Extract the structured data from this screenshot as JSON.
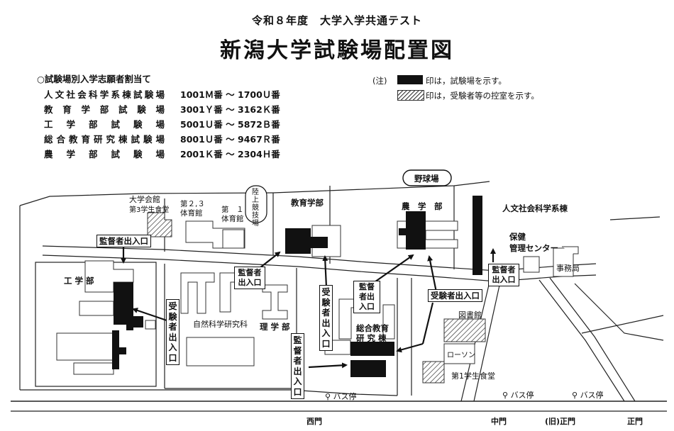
{
  "header": {
    "subtitle": "令和８年度　大学入学共通テスト",
    "title": "新潟大学試験場配置図"
  },
  "allocation": {
    "heading": "○試験場別入学志願者割当て",
    "rows": [
      {
        "site": "人文社会科学系棟試験場",
        "range": "1001Ｍ番 ～ 1700Ｕ番"
      },
      {
        "site": "教育学部試験場",
        "range": "3001Ｙ番 ～ 3162Ｋ番"
      },
      {
        "site": "工学部試験場",
        "range": "5001Ｕ番 ～ 5872Ｂ番"
      },
      {
        "site": "総合教育研究棟試験場",
        "range": "8001Ｕ番 ～ 9467Ｒ番"
      },
      {
        "site": "農学部試験場",
        "range": "2001Ｋ番 ～ 2304Ｈ番"
      }
    ]
  },
  "legend": {
    "note_mark": "(注)",
    "exam_site": "印は，試験場を示す。",
    "waiting_room": "印は，受験者等の控室を示す。"
  },
  "map": {
    "buildings": {
      "baseball": "野球場",
      "hall": "大学会館",
      "cafeteria3": "第3学生食堂",
      "gym23": "第２,３\n体育館",
      "gym1": "第　１\n体育館",
      "track": "陸上競技場",
      "education": "教育学部",
      "agriculture": "農　学　部",
      "humanities": "人文社会科学系棟",
      "health1": "保健",
      "health2": "管理センター",
      "office": "事務局",
      "engineering": "工 学 部",
      "science_grad": "自然科学研究科",
      "science": "理 学 部",
      "general1": "総合教育",
      "general2": "研 究 棟",
      "library": "図書館",
      "lawson": "ローソン",
      "cafeteria1": "第1学生食堂"
    },
    "entrances": {
      "supervisor": "監督者出入口",
      "examinee": "受験者出入口"
    },
    "busstop": "バス停",
    "gates": {
      "west": "西門",
      "middle": "中門",
      "old_main": "(旧)正門",
      "main": "正門"
    }
  },
  "colors": {
    "exam_site": "#111111",
    "waiting_room_hatch": "#333333",
    "lines": "#222222"
  },
  "icons": {
    "busstop": "bus-stop-pin-icon",
    "arrow": "arrow-icon"
  }
}
